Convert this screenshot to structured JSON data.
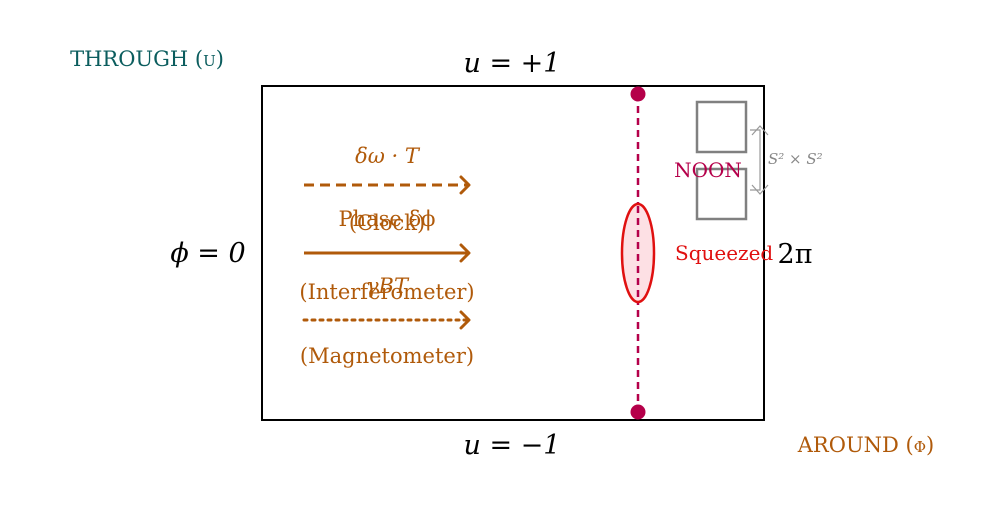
{
  "corner_labels": {
    "through": "THROUGH (u)",
    "around": "AROUND (ϕ)"
  },
  "boundary_labels": {
    "top": "u = +1",
    "bottom": "u = −1",
    "left": "ϕ = 0",
    "right": "2π"
  },
  "arrows": [
    {
      "label_above": "δω · T",
      "label_below": "(Clock)",
      "style": "dashed"
    },
    {
      "label_above": "Phase δϕ",
      "label_below": "(Interferometer)",
      "style": "solid"
    },
    {
      "label_above": "γBT",
      "label_below": "(Magnetometer)",
      "style": "dotted"
    }
  ],
  "states": {
    "noon": "NOON",
    "squeezed": "Squeezed",
    "product_space": "S² × S²"
  },
  "colors": {
    "teal": "#0b5d5e",
    "orange": "#b05a0a",
    "crimson": "#b5004a",
    "red": "#e01010",
    "ellipse_fill": "#fde0e4",
    "gray": "#808080",
    "black": "#000000"
  }
}
